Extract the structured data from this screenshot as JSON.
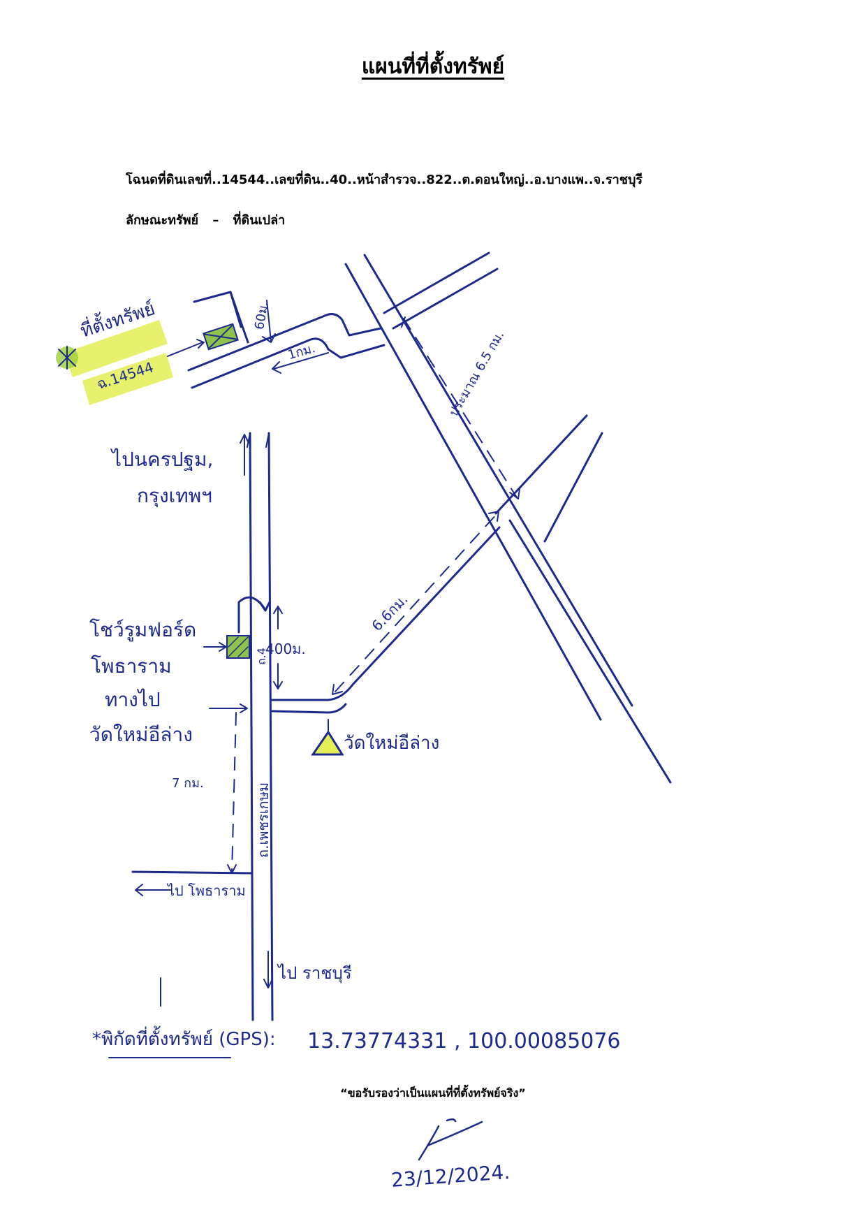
{
  "document": {
    "title": "แผนที่ที่ตั้งทรัพย์",
    "deed_line": "โฉนดที่ดินเลขที่..14544..เลขที่ดิน..40..หน้าสำรวจ..822..ต.ดอนใหญ่..อ.บางแพ..จ.ราชบุรี",
    "property_type_label": "ลักษณะทรัพย์",
    "property_type_dash": "–",
    "property_type_value": "ที่ดินเปล่า",
    "certify_text": "“ขอรับรองว่าเป็นแผนที่ที่ตั้งทรัพย์จริง”",
    "date": "23/12/2024."
  },
  "map": {
    "property_label": "ที่ตั้งทรัพย์",
    "property_deed": "ฉ.14544",
    "dist_60m": "60ม.",
    "dist_1km": "1กม.",
    "dist_6_5km": "ประมาณ 6.5 กม.",
    "to_nakhon_pathom": "ไปนครปฐม,",
    "to_bangkok": "กรุงเทพฯ",
    "showroom_line1": "โชว์รูมฟอร์ด",
    "showroom_line2": "โพธาราม",
    "way_line1": "ทางไป",
    "way_line2": "วัดใหม่อีล่าง",
    "dist_400m": "400ม.",
    "road_code": "ถ.4",
    "dist_6km": "6.6กม.",
    "temple_label": "วัดใหม่อีล่าง",
    "dist_7km": "7 กม.",
    "road_name": "ถ.เพชรเกษม",
    "to_photharam": "ไป โพธาราม",
    "to_ratchaburi": "ไป ราชบุรี",
    "gps_label": "*พิกัดที่ตั้งทรัพย์ (GPS):",
    "gps_value": "13.73774331 , 100.00085076"
  },
  "colors": {
    "ink": "#1b2a8c",
    "highlight": "#e4ee55",
    "highlight_green": "#9ccf3c",
    "property_fill": "#8fc24a"
  }
}
